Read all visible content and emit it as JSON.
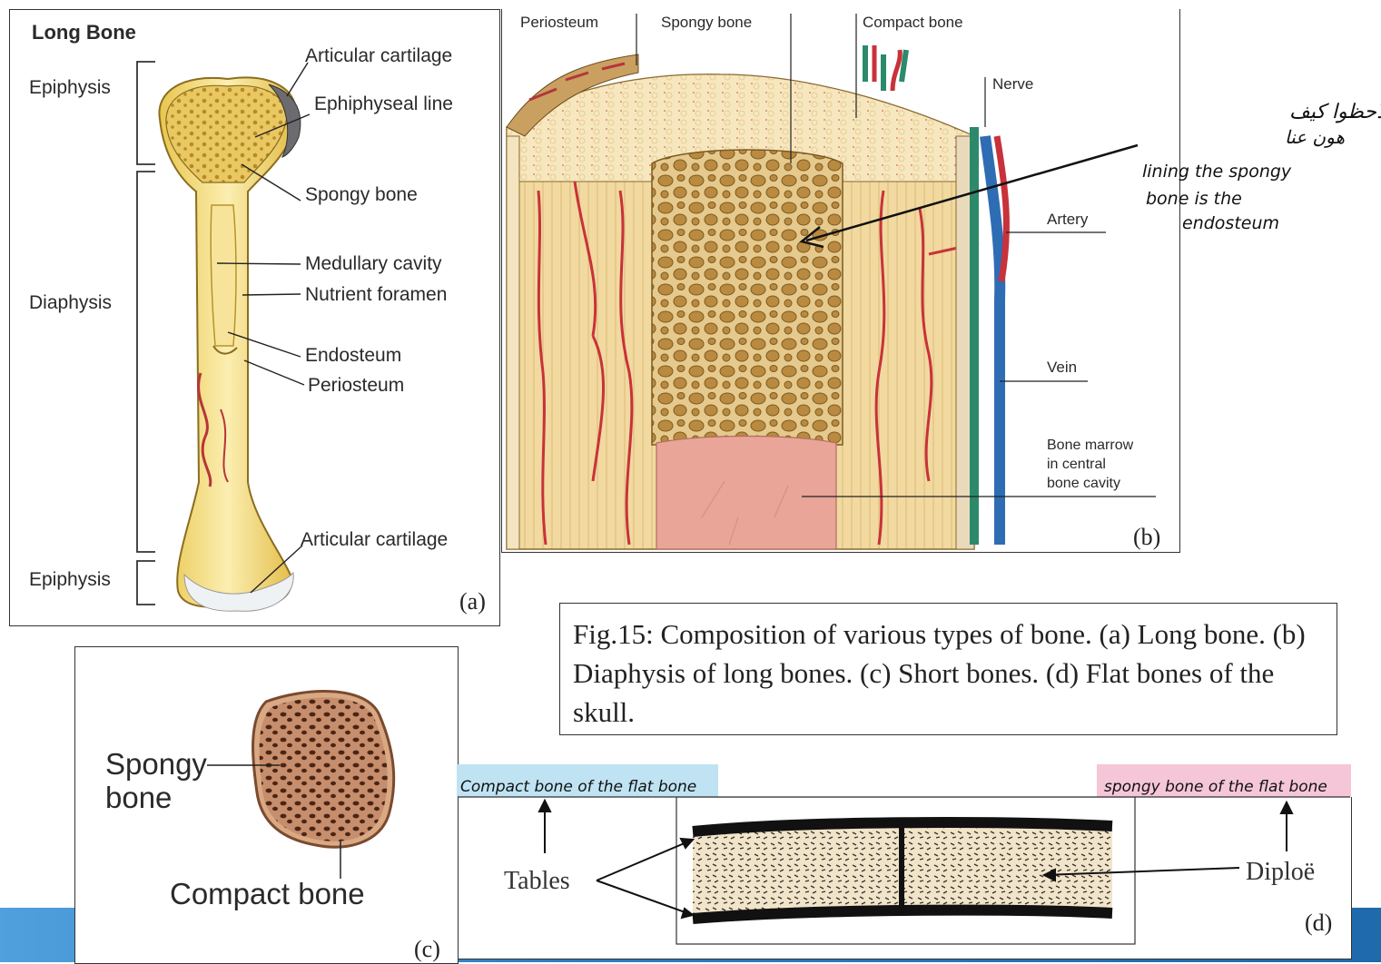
{
  "panel_a": {
    "title": "Long Bone",
    "tag": "(a)",
    "labels": {
      "epiphysis_top": "Epiphysis",
      "diaphysis": "Diaphysis",
      "epiphysis_bottom": "Epiphysis",
      "articular_cartilage_top": "Articular cartilage",
      "epiphyseal_line": "Ephiphyseal line",
      "spongy_bone": "Spongy bone",
      "medullary_cavity": "Medullary cavity",
      "nutrient_foramen": "Nutrient foramen",
      "endosteum": "Endosteum",
      "periosteum": "Periosteum",
      "articular_cartilage_bottom": "Articular cartilage"
    }
  },
  "panel_b": {
    "tag": "(b)",
    "labels": {
      "periosteum": "Periosteum",
      "spongy_bone": "Spongy bone",
      "compact_bone": "Compact bone",
      "nerve": "Nerve",
      "artery": "Artery",
      "vein": "Vein",
      "marrow_1": "Bone marrow",
      "marrow_2": "in central",
      "marrow_3": "bone cavity"
    },
    "handwriting": {
      "arabic_1": "لاحظوا كيف",
      "arabic_2": "هون عنا",
      "note_1": "lining the spongy",
      "note_2": "bone is the",
      "note_3": "endosteum"
    }
  },
  "caption": {
    "text": "Fig.15: Composition of various types of bone. (a) Long bone. (b) Diaphysis of long bones. (c) Short bones. (d) Flat bones of the skull."
  },
  "panel_c": {
    "tag": "(c)",
    "labels": {
      "spongy_1": "Spongy",
      "spongy_2": "bone",
      "compact": "Compact bone"
    }
  },
  "panel_d": {
    "tag": "(d)",
    "labels": {
      "tables": "Tables",
      "diploe": "Diploë"
    },
    "handwriting": {
      "compact_note": "Compact bone of the flat bone",
      "spongy_note": "spongy bone of the flat bone"
    },
    "highlight_colors": {
      "compact_note": "#bfe3f3",
      "spongy_note": "#f5c6d8"
    }
  },
  "colors": {
    "bone_yellow": "#f3dc8e",
    "spongy_fill": "#c9a24c",
    "vessel_red": "#c8323a",
    "vein_blue": "#2e6db4",
    "nerve_green": "#2c8a6a",
    "marrow_pink": "#e8a598",
    "footer_blue": "#2b7fc3"
  }
}
